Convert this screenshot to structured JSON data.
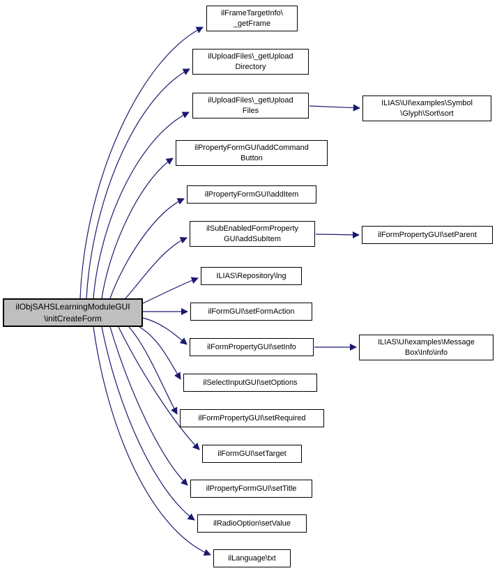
{
  "diagram": {
    "kind": "call-graph",
    "colors": {
      "edge": "#191970",
      "node_border": "#000000",
      "node_fill": "#ffffff",
      "root_fill": "#bfbfbf",
      "text": "#000000"
    }
  },
  "nodes": [
    {
      "id": "root",
      "label": "ilObjSAHSLearningModuleGUI\n\\initCreateForm"
    },
    {
      "id": "getframe",
      "label": "ilFrameTargetInfo\\\n_getFrame"
    },
    {
      "id": "getuploaddir",
      "label": "ilUploadFiles\\_getUpload\nDirectory"
    },
    {
      "id": "getuploadfiles",
      "label": "ilUploadFiles\\_getUpload\nFiles"
    },
    {
      "id": "addcommandbutton",
      "label": "ilPropertyFormGUI\\addCommand\nButton"
    },
    {
      "id": "additem",
      "label": "ilPropertyFormGUI\\addItem"
    },
    {
      "id": "addsubitem",
      "label": "ilSubEnabledFormProperty\nGUI\\addSubItem"
    },
    {
      "id": "lng",
      "label": "ILIAS\\Repository\\lng"
    },
    {
      "id": "setformaction",
      "label": "ilFormGUI\\setFormAction"
    },
    {
      "id": "setinfo",
      "label": "ilFormPropertyGUI\\setInfo"
    },
    {
      "id": "setoptions",
      "label": "ilSelectInputGUI\\setOptions"
    },
    {
      "id": "setrequired",
      "label": "ilFormPropertyGUI\\setRequired"
    },
    {
      "id": "settarget",
      "label": "ilFormGUI\\setTarget"
    },
    {
      "id": "settitle",
      "label": "ilPropertyFormGUI\\setTitle"
    },
    {
      "id": "setvalue",
      "label": "ilRadioOption\\setValue"
    },
    {
      "id": "txt",
      "label": "ilLanguage\\txt"
    },
    {
      "id": "sort",
      "label": "ILIAS\\UI\\examples\\Symbol\n\\Glyph\\Sort\\sort"
    },
    {
      "id": "setparent",
      "label": "ilFormPropertyGUI\\setParent"
    },
    {
      "id": "info",
      "label": "ILIAS\\UI\\examples\\Message\nBox\\Info\\info"
    }
  ],
  "edges": [
    {
      "from": "root",
      "to": "getframe"
    },
    {
      "from": "root",
      "to": "getuploaddir"
    },
    {
      "from": "root",
      "to": "getuploadfiles"
    },
    {
      "from": "root",
      "to": "addcommandbutton"
    },
    {
      "from": "root",
      "to": "additem"
    },
    {
      "from": "root",
      "to": "addsubitem"
    },
    {
      "from": "root",
      "to": "lng"
    },
    {
      "from": "root",
      "to": "setformaction"
    },
    {
      "from": "root",
      "to": "setinfo"
    },
    {
      "from": "root",
      "to": "setoptions"
    },
    {
      "from": "root",
      "to": "setrequired"
    },
    {
      "from": "root",
      "to": "settarget"
    },
    {
      "from": "root",
      "to": "settitle"
    },
    {
      "from": "root",
      "to": "setvalue"
    },
    {
      "from": "root",
      "to": "txt"
    },
    {
      "from": "getuploadfiles",
      "to": "sort"
    },
    {
      "from": "addsubitem",
      "to": "setparent"
    },
    {
      "from": "setinfo",
      "to": "info"
    }
  ]
}
